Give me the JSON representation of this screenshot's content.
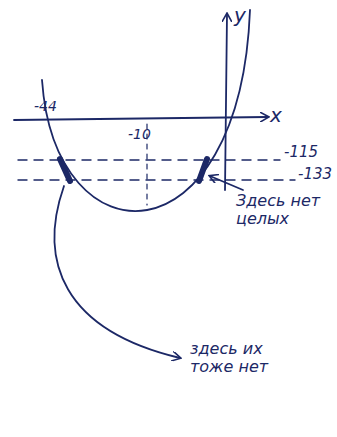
{
  "diagram": {
    "labels": [
      "y",
      "x",
      "-44",
      "-10",
      "-115",
      "-133",
      "Здесь нет целых",
      "здесь их тоже нет"
    ]
  }
}
